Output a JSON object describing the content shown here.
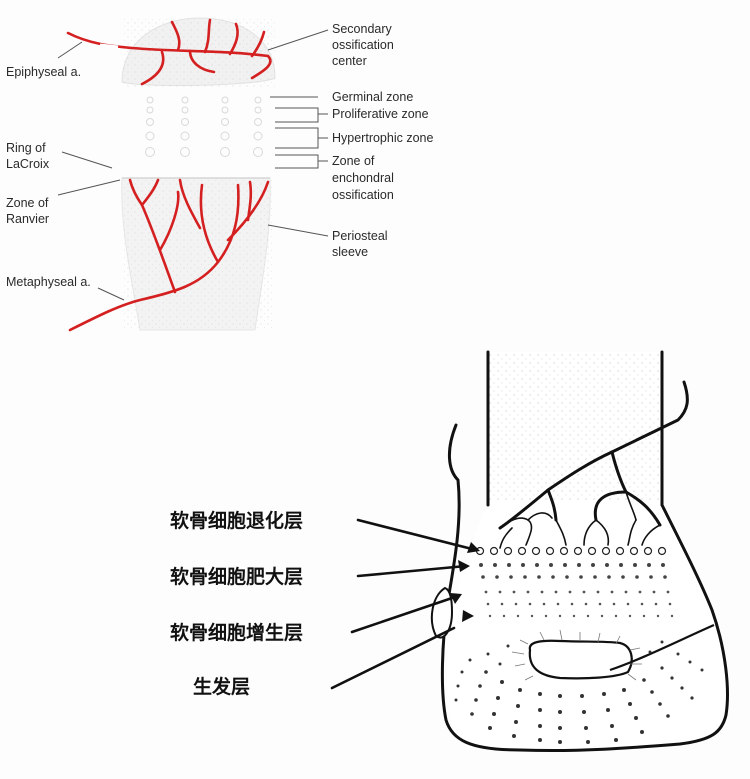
{
  "top_diagram": {
    "labels": {
      "secondary_ossification_center": [
        "Secondary",
        "ossification",
        "center"
      ],
      "epiphyseal_artery": "Epiphyseal a.",
      "germinal_zone": "Germinal zone",
      "proliferative_zone": "Proliferative zone",
      "hypertrophic_zone": "Hypertrophic zone",
      "zone_of_enchondral_ossification": [
        "Zone of",
        "enchondral",
        "ossification"
      ],
      "ring_of_lacroix": [
        "Ring of",
        "LaCroix"
      ],
      "zone_of_ranvier": [
        "Zone of",
        "Ranvier"
      ],
      "periosteal_sleeve": [
        "Periosteal",
        "sleeve"
      ],
      "metaphyseal_artery": "Metaphyseal a."
    },
    "colors": {
      "vessel": "#d42020",
      "line": "#555555"
    }
  },
  "bottom_diagram": {
    "labels": {
      "degenerating_layer": "软骨细胞退化层",
      "hypertrophic_layer": "软骨细胞肥大层",
      "proliferative_layer": "软骨细胞增生层",
      "germinal_layer": "生发层"
    },
    "colors": {
      "ink": "#111111"
    }
  }
}
